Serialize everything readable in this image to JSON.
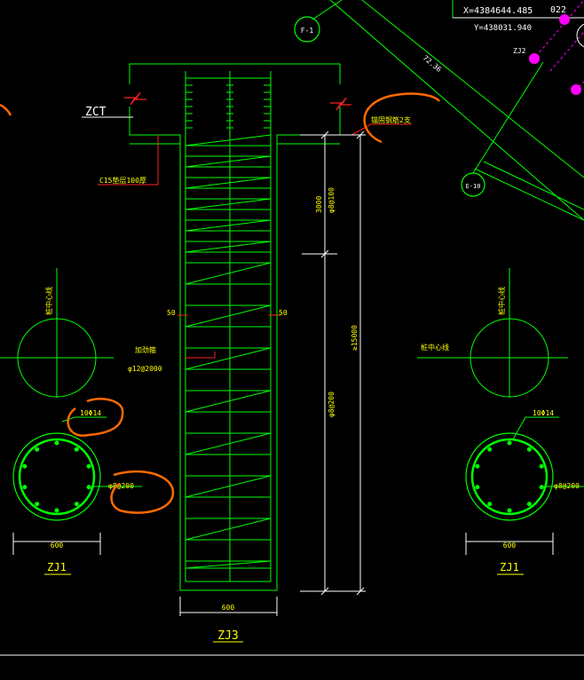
{
  "colors": {
    "background": "#000000",
    "green": "#00ff00",
    "white": "#ffffff",
    "red": "#ff2020",
    "yellow": "#ffff00",
    "orange": "#ff6a00",
    "magenta": "#ff00ff"
  },
  "coords": {
    "x_text": "X=4384644.485",
    "y_text": "Y=438031.940",
    "corner_label": "022"
  },
  "axis_bubbles": {
    "f1": "F-1",
    "e10": "E-10"
  },
  "map_labels": {
    "road_label": "72.36",
    "zj2_label": "ZJ2"
  },
  "pile": {
    "cap_label": "ZCT",
    "cushion_note": "C15垫层100厚",
    "top_right_note": "锚固钢筋2支",
    "edge_dim_left": "50",
    "edge_dim_right": "50",
    "stirrup_dense_len": "3000",
    "stirrup_dense": "φ8@100",
    "stirrup_normal": "φ8@200",
    "total_length": "≥15000",
    "stiffener_title": "加劲箍",
    "stiffener_spec": "φ12@2000",
    "width_dim": "600",
    "name": "ZJ3"
  },
  "left_section": {
    "center_label": "桩中心线",
    "main_bars": "10Φ14",
    "stirrup": "φ8@200",
    "width_dim": "600",
    "name": "ZJ1"
  },
  "right_section": {
    "center_label": "桩中心线",
    "main_bars": "10Φ14",
    "stirrup": "φ8@200",
    "width_dim": "600",
    "name": "ZJ1"
  }
}
